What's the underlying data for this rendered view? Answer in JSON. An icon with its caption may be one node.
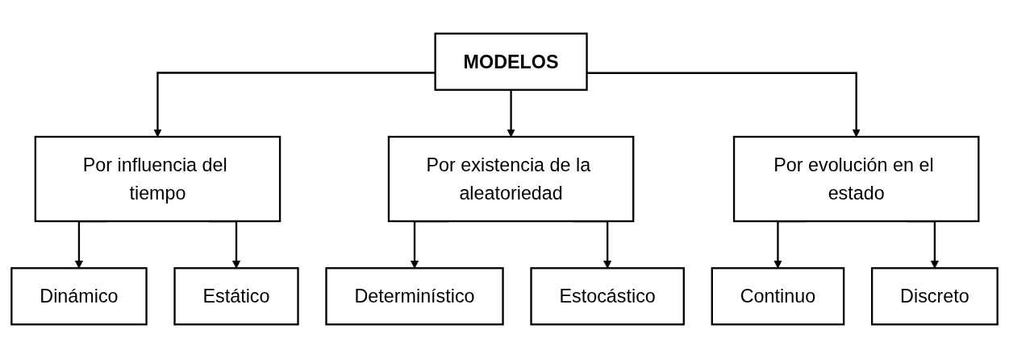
{
  "diagram": {
    "nodes": [
      {
        "text": [
          "MODELOS"
        ]
      },
      {
        "text": [
          "Por influencia del tiempo"
        ]
      },
      {
        "text": [
          "Por existencia de la aleatoriedad"
        ]
      },
      {
        "text": [
          "Por evolución en el estado"
        ]
      },
      {
        "text": [
          "Dinámico"
        ]
      },
      {
        "text": [
          "Estático"
        ]
      },
      {
        "text": [
          "Determinístico"
        ]
      },
      {
        "text": [
          "Estocástico"
        ]
      },
      {
        "text": [
          "Continuo"
        ]
      },
      {
        "text": [
          "Discreto"
        ]
      }
    ],
    "edges": [
      {
        "from": 0,
        "to": 1,
        "arrow": "to"
      },
      {
        "from": 0,
        "to": 2,
        "arrow": "to"
      },
      {
        "from": 0,
        "to": 3,
        "arrow": "to"
      },
      {
        "from": 1,
        "to": 4,
        "arrow": "to"
      },
      {
        "from": 1,
        "to": 5,
        "arrow": "to"
      },
      {
        "from": 2,
        "to": 6,
        "arrow": "to"
      },
      {
        "from": 2,
        "to": 7,
        "arrow": "to"
      },
      {
        "from": 3,
        "to": 8,
        "arrow": "to"
      },
      {
        "from": 3,
        "to": 9,
        "arrow": "to"
      }
    ]
  }
}
